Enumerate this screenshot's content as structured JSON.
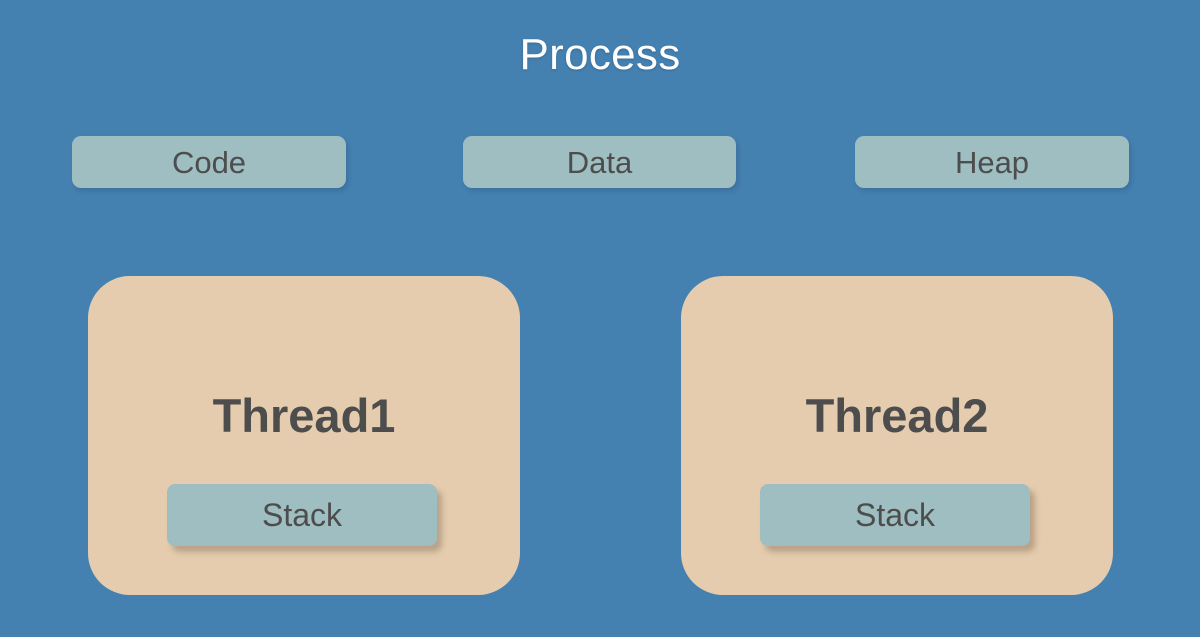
{
  "diagram": {
    "title": "Process",
    "background_color": "#4480B0",
    "segment_color": "#9EBEC2",
    "thread_color": "#E5CCAE",
    "text_color": "#4D4D4D",
    "title_color": "#FFFFFF",
    "segments": [
      {
        "label": "Code"
      },
      {
        "label": "Data"
      },
      {
        "label": "Heap"
      }
    ],
    "threads": [
      {
        "label": "Thread1",
        "stack_label": "Stack"
      },
      {
        "label": "Thread2",
        "stack_label": "Stack"
      }
    ]
  }
}
